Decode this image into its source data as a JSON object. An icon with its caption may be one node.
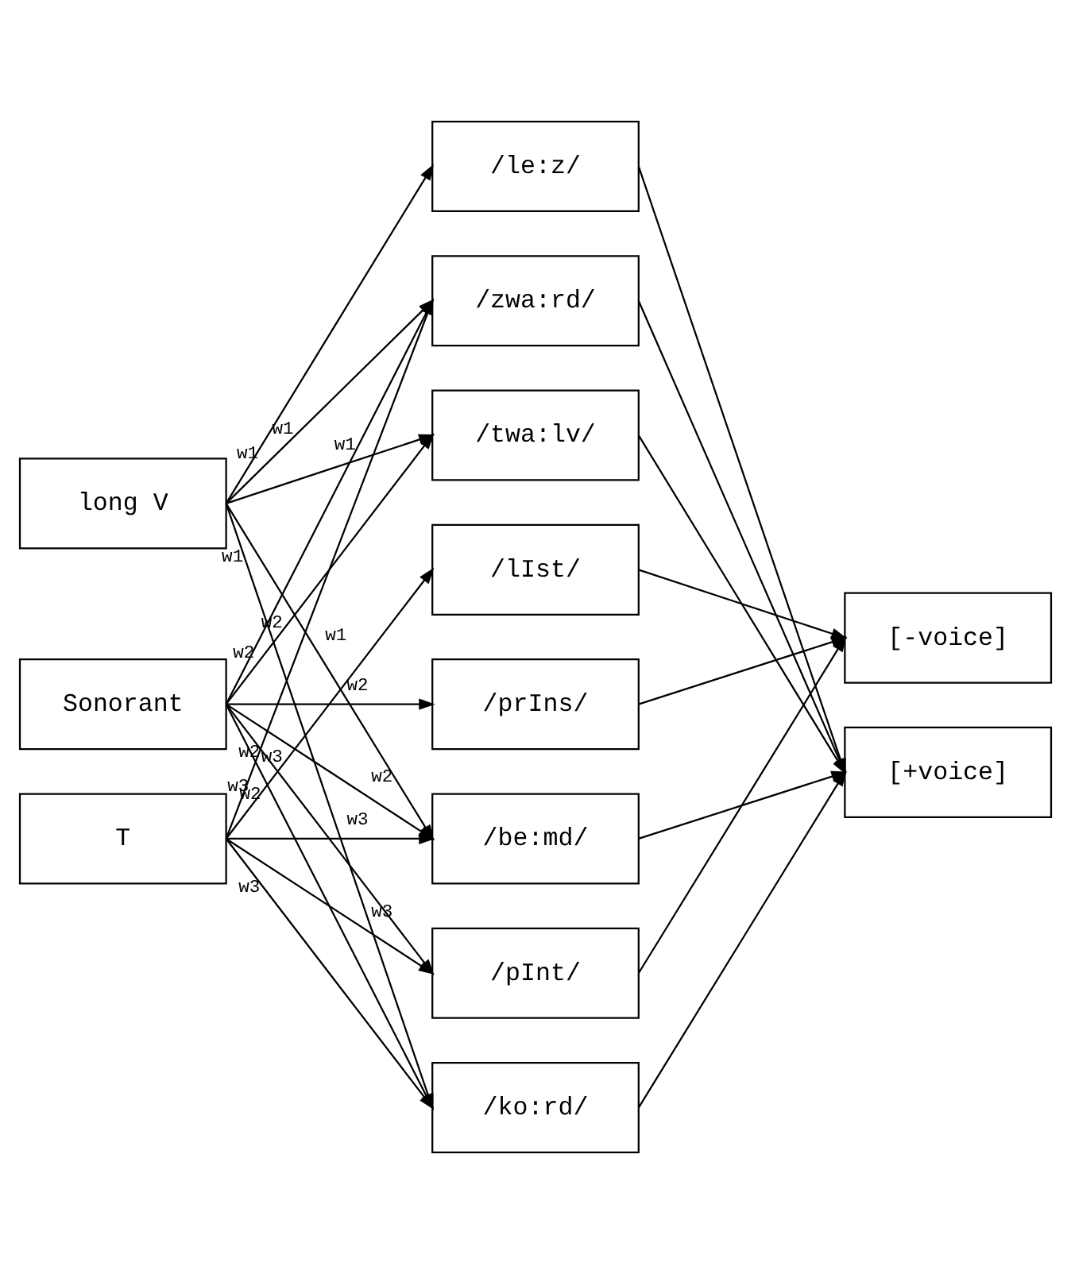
{
  "diagram": {
    "nodes": [
      {
        "text": [
          "long V"
        ]
      },
      {
        "text": [
          "Sonorant"
        ]
      },
      {
        "text": [
          "T"
        ]
      },
      {
        "text": [
          "/le:z/"
        ]
      },
      {
        "text": [
          "/zwa:rd/"
        ]
      },
      {
        "text": [
          "/twa:lv/"
        ]
      },
      {
        "text": [
          "/lIst/"
        ]
      },
      {
        "text": [
          "/prIns/"
        ]
      },
      {
        "text": [
          "/be:md/"
        ]
      },
      {
        "text": [
          "/pInt/"
        ]
      },
      {
        "text": [
          "/ko:rd/"
        ]
      },
      {
        "text": [
          "[-voice]"
        ]
      },
      {
        "text": [
          "[+voice]"
        ]
      }
    ],
    "edges": [
      {
        "from": 0,
        "to": 3,
        "arrow": "to",
        "label": "w1"
      },
      {
        "from": 0,
        "to": 4,
        "arrow": "to",
        "label": "w1"
      },
      {
        "from": 0,
        "to": 5,
        "arrow": "to",
        "label": "w1"
      },
      {
        "from": 0,
        "to": 8,
        "arrow": "to",
        "label": "w1"
      },
      {
        "from": 0,
        "to": 10,
        "arrow": "to",
        "label": "w1"
      },
      {
        "from": 1,
        "to": 4,
        "arrow": "to",
        "label": "w2"
      },
      {
        "from": 1,
        "to": 5,
        "arrow": "to",
        "label": "w2"
      },
      {
        "from": 1,
        "to": 7,
        "arrow": "to",
        "label": "w2"
      },
      {
        "from": 1,
        "to": 8,
        "arrow": "to",
        "label": "w2"
      },
      {
        "from": 1,
        "to": 9,
        "arrow": "to",
        "label": "w2"
      },
      {
        "from": 1,
        "to": 10,
        "arrow": "to",
        "label": "w2"
      },
      {
        "from": 2,
        "to": 4,
        "arrow": "to",
        "label": "w3"
      },
      {
        "from": 2,
        "to": 6,
        "arrow": "to",
        "label": "w3"
      },
      {
        "from": 2,
        "to": 8,
        "arrow": "to",
        "label": "w3"
      },
      {
        "from": 2,
        "to": 9,
        "arrow": "to",
        "label": "w3"
      },
      {
        "from": 2,
        "to": 10,
        "arrow": "to",
        "label": "w3"
      },
      {
        "from": 3,
        "to": 12,
        "arrow": "to"
      },
      {
        "from": 4,
        "to": 12,
        "arrow": "to"
      },
      {
        "from": 5,
        "to": 12,
        "arrow": "to"
      },
      {
        "from": 6,
        "to": 11,
        "arrow": "to"
      },
      {
        "from": 7,
        "to": 11,
        "arrow": "to"
      },
      {
        "from": 8,
        "to": 12,
        "arrow": "to"
      },
      {
        "from": 9,
        "to": 11,
        "arrow": "to"
      },
      {
        "from": 10,
        "to": 12,
        "arrow": "to"
      }
    ]
  }
}
